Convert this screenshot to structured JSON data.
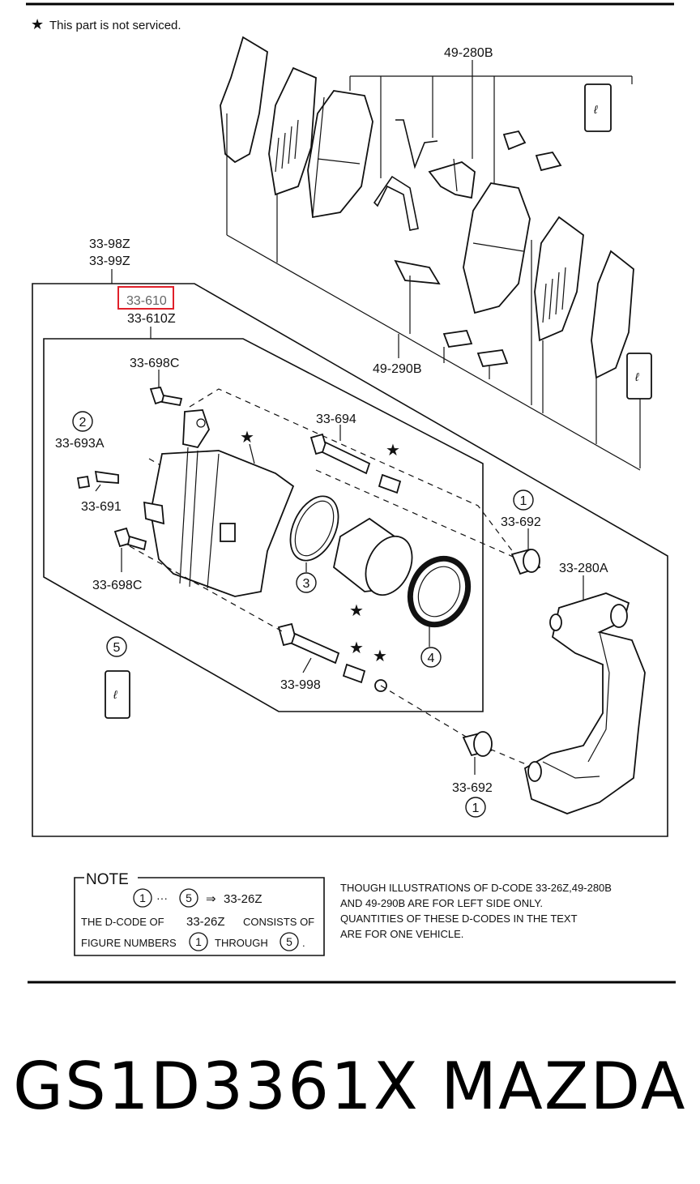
{
  "header": {
    "star_note": "This part is not serviced."
  },
  "labels": {
    "l49280b": "49-280B",
    "l3398z": "33-98Z",
    "l3399z": "33-99Z",
    "l33610": "33-610",
    "l33610z": "33-610Z",
    "l49290b": "49-290B",
    "l33698c_top": "33-698C",
    "l33694": "33-694",
    "l33693a": "33-693A",
    "l33691": "33-691",
    "l33698c_bot": "33-698C",
    "l33692_top": "33-692",
    "l33280a": "33-280A",
    "l33998": "33-998",
    "l33692_bot": "33-692"
  },
  "callouts": {
    "c1": "1",
    "c2": "2",
    "c3": "3",
    "c4": "4",
    "c5": "5"
  },
  "note": {
    "title": "NOTE",
    "range_from": "1",
    "range_dots": "···",
    "range_to": "5",
    "arrow": "⇒",
    "range_code": "33-26Z",
    "line2_a": "THE D-CODE OF",
    "line2_code": "33-26Z",
    "line2_b": "CONSISTS OF",
    "line3_a": "FIGURE NUMBERS",
    "line3_n1": "1",
    "line3_b": "THROUGH",
    "line3_n2": "5",
    "line3_end": "."
  },
  "disclaimer": {
    "line1": "THOUGH ILLUSTRATIONS OF D-CODE 33-26Z,49-280B",
    "line2": "AND 49-290B ARE FOR LEFT SIDE ONLY.",
    "line3": "QUANTITIES OF THESE D-CODES IN THE TEXT",
    "line4": "ARE FOR ONE VEHICLE."
  },
  "footer": {
    "part_number": "GS1D3361X",
    "brand": "MAZDA"
  },
  "colors": {
    "highlight": "#e0202a",
    "ink": "#111111"
  }
}
